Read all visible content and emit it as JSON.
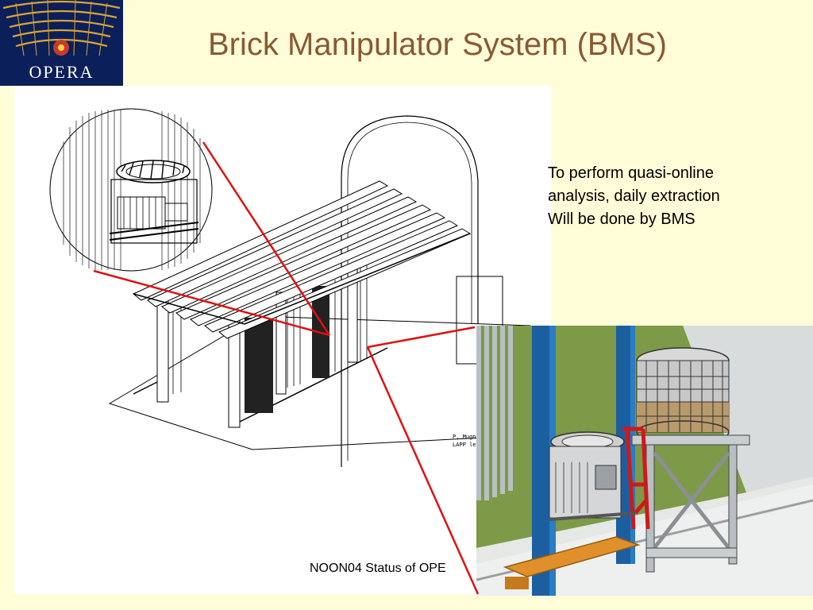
{
  "slide": {
    "title": "Brick Manipulator System (BMS)",
    "logo_text": "OPERA",
    "body_lines": [
      "To perform quasi-online",
      "analysis, daily extraction",
      "Will be done by BMS"
    ],
    "footer": "NOON04 Status of OPE",
    "drawing_note_lines": [
      "P. Mugn",
      "LAPP le"
    ]
  },
  "colors": {
    "background": "#fffcd8",
    "title": "#8a5a32",
    "logo_bg": "#0b1f5a",
    "callout_lines": "#e01010",
    "frame_blue": "#1b5fa0",
    "carousel_red": "#cc1a1a",
    "cart_orange": "#e0902a",
    "wall_green": "#7c9a48"
  }
}
